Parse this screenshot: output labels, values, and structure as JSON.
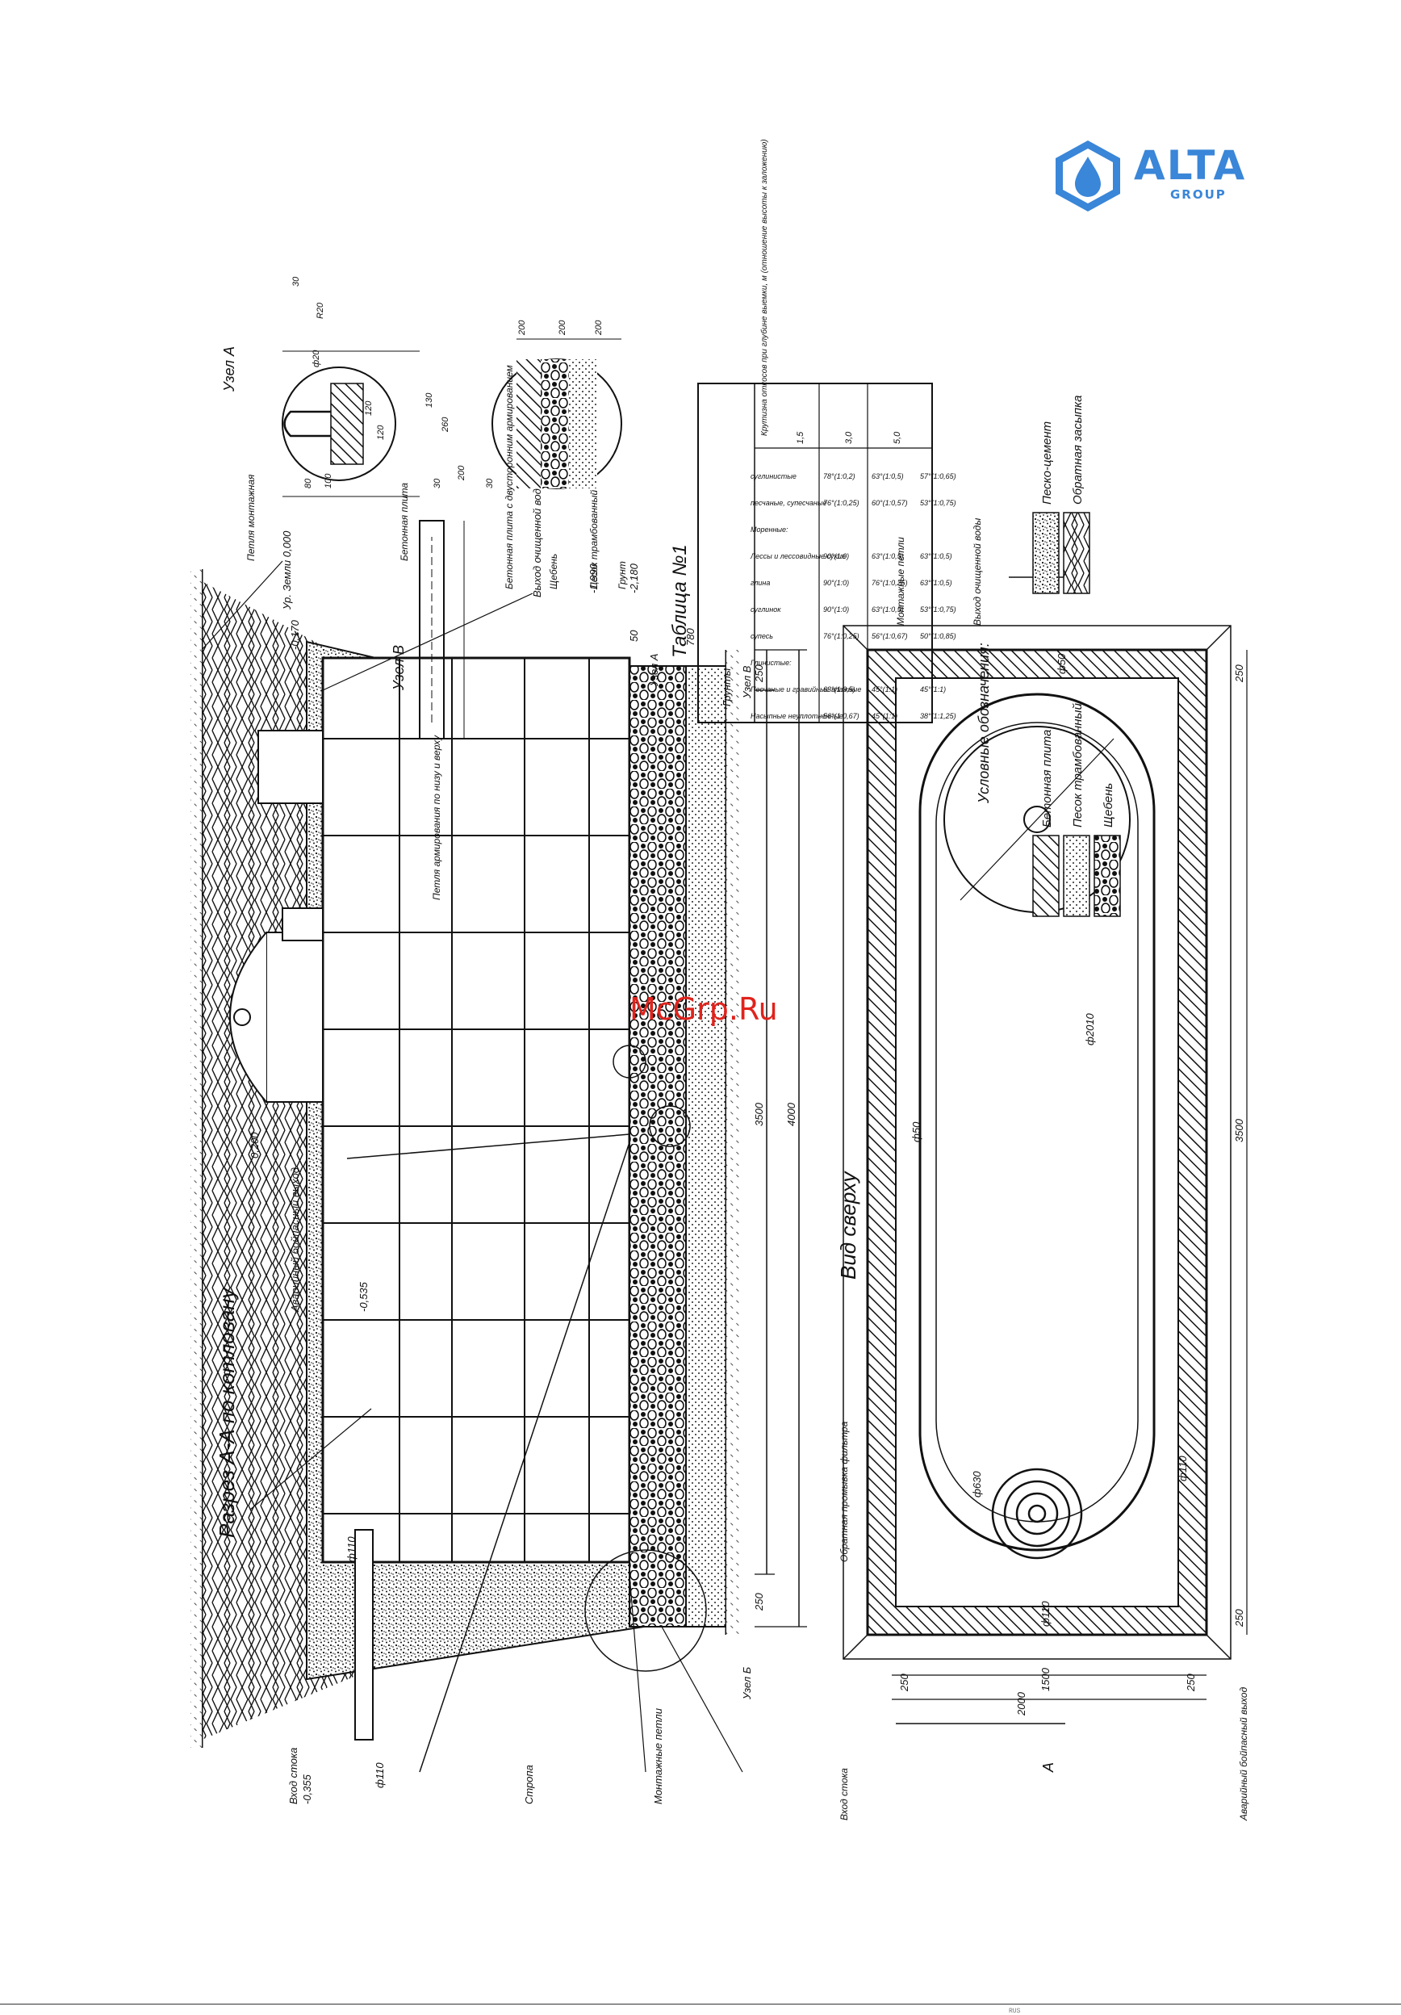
{
  "logo": {
    "brand": "ALTA",
    "sub": "GROUP",
    "color": "#3a86d8",
    "icon": "droplet-hexagon-icon"
  },
  "watermark": "McGrp.Ru",
  "footer_text": "RUS",
  "section": {
    "title": "Разрез А-А по котловану",
    "labels": {
      "inlet_drain": "Вход стока",
      "inlet_level": "-0,355",
      "emergency_outlet": "Аварийный бойпасный выход",
      "emergency_level": "-0,535",
      "level_0200": "0,200",
      "ground_mark": "Ур. Земли 0,000",
      "level_0170": "-0,170",
      "purified_outlet": "Выход очищенной воды",
      "level_1990": "-1,990",
      "level_2180": "-2,180",
      "mounting_loops": "Монтажные петли",
      "sling": "Стропа",
      "node_a": "Узел А",
      "node_b": "Узел Б",
      "node_v": "Узел В",
      "diam_110": "ф110",
      "diam_110b": "ф110",
      "dim_3500": "3500",
      "dim_4000": "4000",
      "dim_250a": "250",
      "dim_250b": "250",
      "dim_780": "780",
      "dim_50": "50"
    }
  },
  "top_view": {
    "title": "Вид сверху",
    "labels": {
      "inlet": "Вход стока",
      "filter_backwash": "Обратная промывка фильтра",
      "emergency_outlet": "Аварийный бойпасный выход",
      "mounting_loops": "Монтажные петли",
      "purified_outlet": "Выход очищенной воды",
      "section_a_left": "А",
      "section_a_right": "А",
      "d630": "ф630",
      "d2010": "ф2010",
      "d50a": "ф50",
      "d50b": "ф50",
      "d110a": "ф110",
      "d110b": "ф110",
      "dim_2000": "2000",
      "dim_1500": "1500",
      "dim_250_1": "250",
      "dim_250_2": "250",
      "dim_3500": "3500",
      "dim_250_3": "250",
      "dim_250_4": "250"
    }
  },
  "node_a": {
    "title": "Узел А",
    "labels": [
      "Петля монтажная",
      "Бетонная плита",
      "80",
      "100",
      "30",
      "ф20",
      "120",
      "130",
      "260",
      "R20",
      "120"
    ]
  },
  "node_b": {
    "title": "Узел Б",
    "labels": [
      "Бетонная плита с двусторонним армированием",
      "Щебень",
      "Песок трамбованный",
      "Грунт",
      "200",
      "200",
      "200"
    ]
  },
  "node_v": {
    "title": "Узел В",
    "labels": [
      "Петля армирования по низу и верху",
      "30",
      "200",
      "30"
    ]
  },
  "table": {
    "title": "Таблица №1",
    "col_header": "Грунты",
    "group_header": "Крутизна откосов при глубине выемки, м (отношение высоты к заложению)",
    "depths": [
      "1,5",
      "3,0",
      "5,0"
    ],
    "rows": [
      {
        "name": "Насыпные неуплотненные",
        "v": [
          "56°(1:0,67)",
          "45°(1:1)",
          "38°(1:1,25)"
        ]
      },
      {
        "name": "Песчаные и гравийные влажные",
        "v": [
          "63°(1:0,5)",
          "45°(1:1)",
          "45°(1:1)"
        ]
      },
      {
        "name": "Глинистые:",
        "v": [
          "",
          "",
          ""
        ]
      },
      {
        "name": "супесь",
        "v": [
          "76°(1:0,25)",
          "56°(1:0,67)",
          "50°(1:0,85)"
        ]
      },
      {
        "name": "суглинок",
        "v": [
          "90°(1:0)",
          "63°(1:0,5)",
          "53°(1:0,75)"
        ]
      },
      {
        "name": "глина",
        "v": [
          "90°(1:0)",
          "76°(1:0,25)",
          "63°(1:0,5)"
        ]
      },
      {
        "name": "Лессы и лессовидные сухие",
        "v": [
          "90°(1:0)",
          "63°(1:0,5)",
          "63°(1:0,5)"
        ]
      },
      {
        "name": "Моренные:",
        "v": [
          "",
          "",
          ""
        ]
      },
      {
        "name": "песчаные, супесчаные",
        "v": [
          "76°(1:0,25)",
          "60°(1:0,57)",
          "53°(1:0,75)"
        ]
      },
      {
        "name": "суглинистые",
        "v": [
          "78°(1:0,2)",
          "63°(1:0,5)",
          "57°(1:0,65)"
        ]
      }
    ]
  },
  "legend": {
    "title": "Условные обозначения:",
    "items": [
      {
        "label": "Бетонная плита",
        "pattern": "hatch"
      },
      {
        "label": "Песок трамбованный",
        "pattern": "dots"
      },
      {
        "label": "Щебень",
        "pattern": "gravel"
      },
      {
        "label": "Песко-цемент",
        "pattern": "speckle"
      },
      {
        "label": "Обратная засыпка",
        "pattern": "weave"
      }
    ]
  }
}
